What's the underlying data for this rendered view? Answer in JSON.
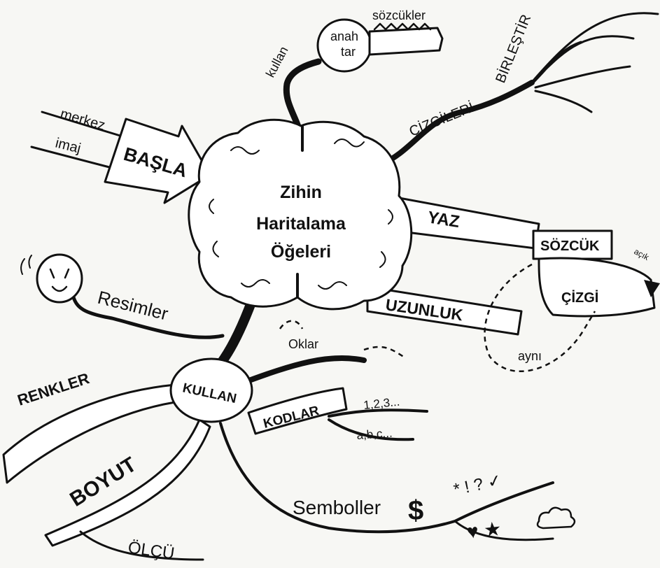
{
  "center": {
    "line1": "Zihin",
    "line2": "Haritalama",
    "line3": "Öğeleri"
  },
  "labels": {
    "merkez": "merkez",
    "imaj": "imaj",
    "basla": "BAŞLA",
    "kullan_top": "kullan",
    "anah": "anah",
    "tar": "tar",
    "sozcukler": "sözcükler",
    "birlestir": "BİRLEŞTİR",
    "cizgileri": "ÇİZGİLERİ",
    "yaz": "YAZ",
    "sozcuk": "SÖZCÜK",
    "acik": "açık",
    "cizgi": "ÇİZGİ",
    "uzunluk": "UZUNLUK",
    "ayni": "aynı",
    "resimler": "Resimler",
    "oklar": "Oklar",
    "kullan": "KULLAN",
    "renkler": "RENKLER",
    "kodlar": "KODLAR",
    "numbers": "1,2,3...",
    "letters": "a,b,c...",
    "boyut": "BOYUT",
    "olcu": "ÖLÇÜ",
    "semboller": "Semboller",
    "dollar": "$",
    "symbols_top": "* ! ? ✓",
    "symbols_bottom": "♥ ★"
  }
}
